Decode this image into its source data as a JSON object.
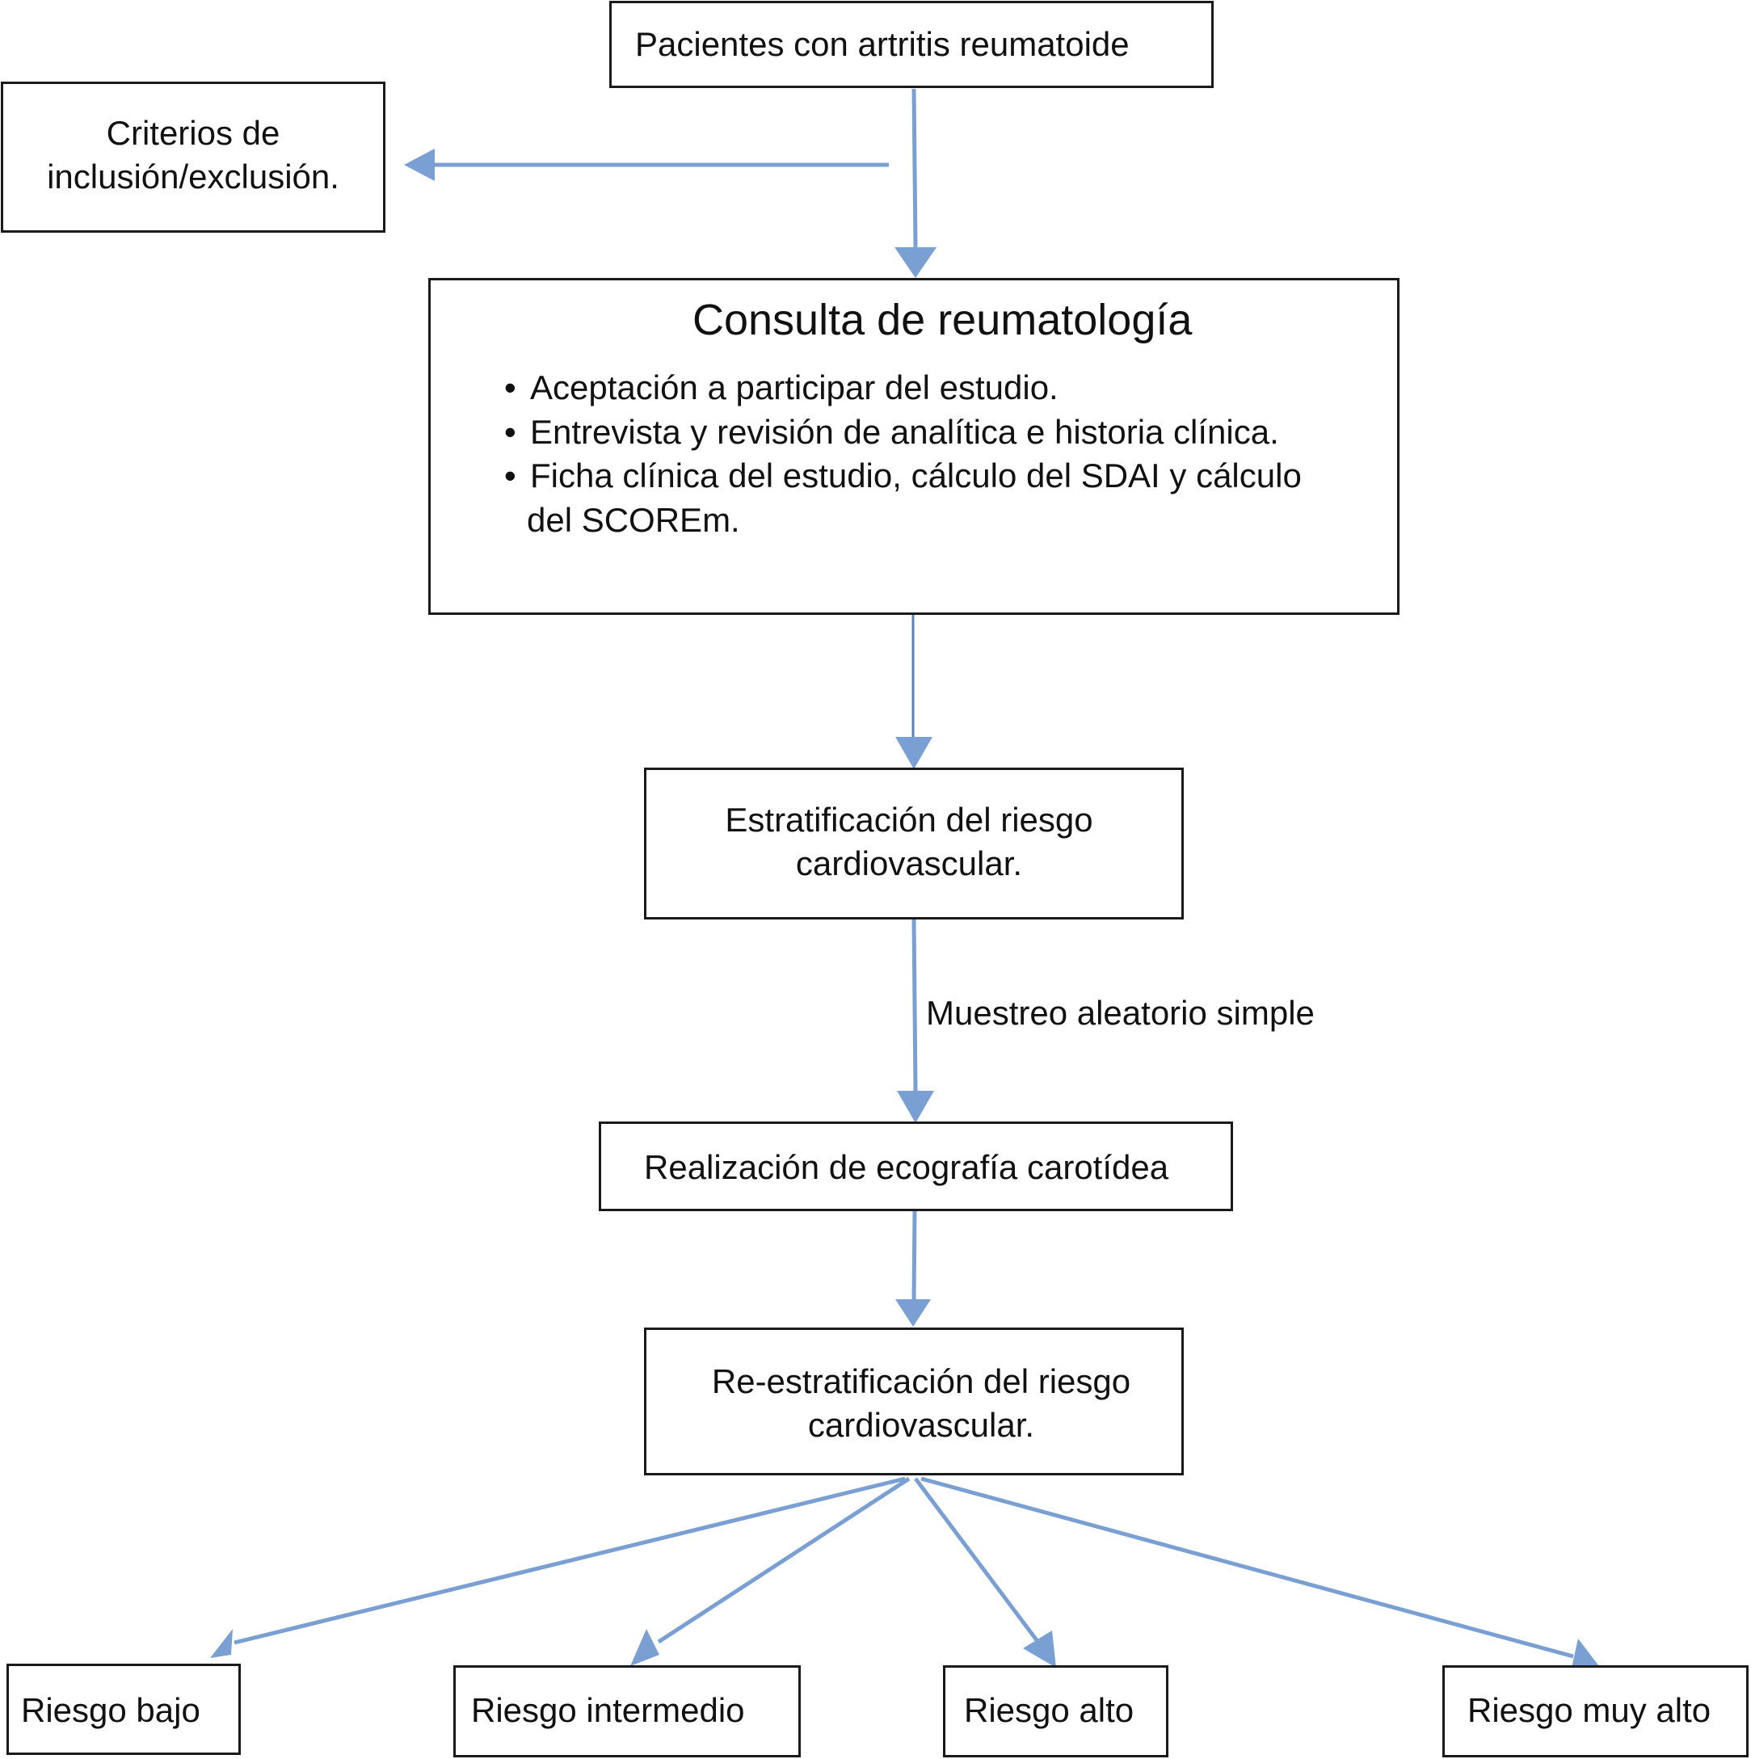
{
  "nodes": {
    "pacientes": {
      "label": "Pacientes con artritis reumatoide"
    },
    "criterios": {
      "line1": "Criterios de",
      "line2": "inclusión/exclusión."
    },
    "consulta": {
      "title": "Consulta de reumatología",
      "bullets": [
        "Aceptación a participar del estudio.",
        "Entrevista y revisión de analítica e historia clínica.",
        "Ficha clínica del estudio, cálculo del SDAI y cálculo",
        "del SCOREm."
      ]
    },
    "estratificacion": {
      "line1": "Estratificación del riesgo",
      "line2": "cardiovascular."
    },
    "ecografia": {
      "label": "Realización de ecografía carotídea"
    },
    "reestratificacion": {
      "line1": "Re-estratificación del riesgo",
      "line2": "cardiovascular."
    },
    "riesgos": {
      "bajo": "Riesgo bajo",
      "intermedio": "Riesgo intermedio",
      "alto": "Riesgo alto",
      "muy_alto": "Riesgo muy alto"
    }
  },
  "edges": {
    "muestreo_label": "Muestreo aleatorio simple"
  },
  "colors": {
    "arrow": "#7a9fd2",
    "arrow_dark": "#4a6fa5",
    "border": "#1a1a1a"
  }
}
